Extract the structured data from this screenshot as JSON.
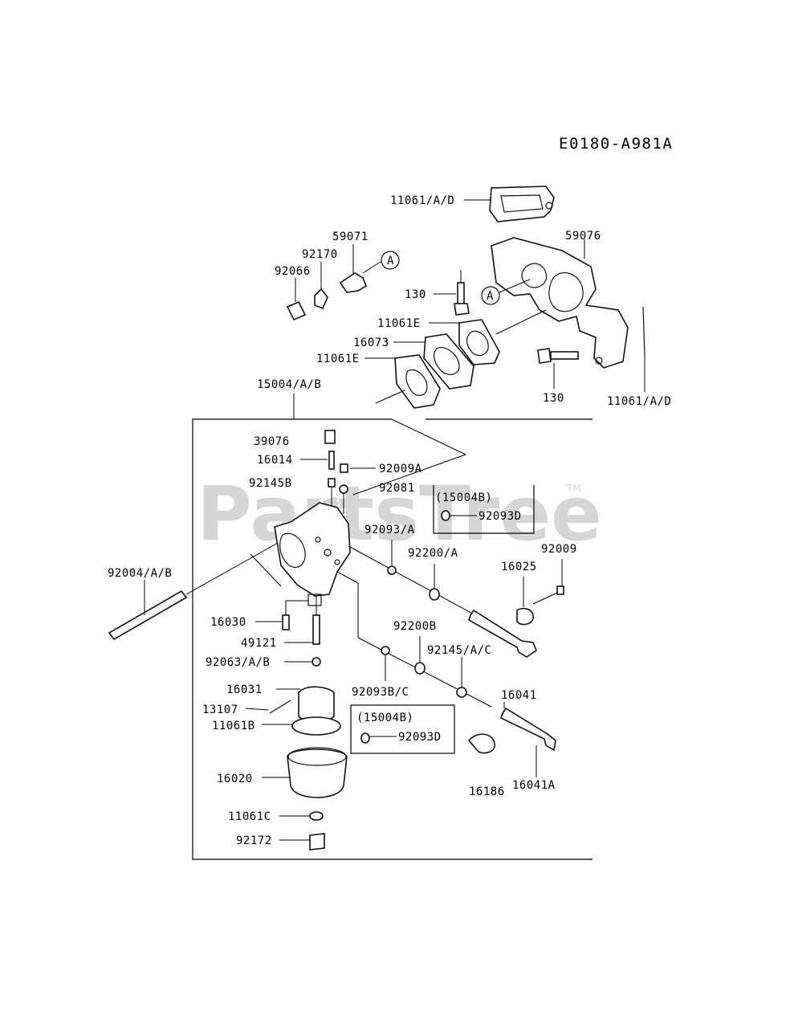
{
  "diagram_code": "E0180-A981A",
  "watermark": {
    "text": "PartsTree",
    "trademark": "TM"
  },
  "callout_letter": "A",
  "labels": {
    "l_11061_ad_top": "11061/A/D",
    "l_59071": "59071",
    "l_59076": "59076",
    "l_92170": "92170",
    "l_92066": "92066",
    "l_130_a": "130",
    "l_11061e_a": "11061E",
    "l_16073": "16073",
    "l_11061e_b": "11061E",
    "l_130_b": "130",
    "l_11061_ad_right": "11061/A/D",
    "l_15004": "15004/A/B",
    "l_39076": "39076",
    "l_16014": "16014",
    "l_92009a": "92009A",
    "l_92145b": "92145B",
    "l_92081": "92081",
    "l_15004b_a": "(15004B)",
    "l_92093d_a": "92093D",
    "l_92093a": "92093/A",
    "l_92200a": "92200/A",
    "l_92009": "92009",
    "l_16025": "16025",
    "l_92004": "92004/A/B",
    "l_16030": "16030",
    "l_49121": "49121",
    "l_92063": "92063/A/B",
    "l_92200b": "92200B",
    "l_92145ac": "92145/A/C",
    "l_16031": "16031",
    "l_92093bc": "92093B/C",
    "l_16041": "16041",
    "l_13107": "13107",
    "l_11061b": "11061B",
    "l_15004b_b": "(15004B)",
    "l_92093d_b": "92093D",
    "l_16020": "16020",
    "l_16186": "16186",
    "l_16041a": "16041A",
    "l_11061c": "11061C",
    "l_92172": "92172"
  }
}
